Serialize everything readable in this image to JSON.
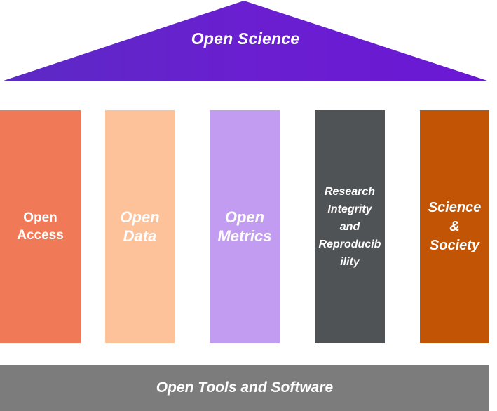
{
  "roof": {
    "title": "Open Science",
    "color": "#6a1fd0"
  },
  "pillars": [
    {
      "label": "Open\nAccess",
      "color": "#f07a58"
    },
    {
      "label": "Open\nData",
      "color": "#fdc29a"
    },
    {
      "label": "Open\nMetrics",
      "color": "#c29cf0"
    },
    {
      "label": "Research\nIntegrity\nand\nReproducib\nility",
      "color": "#505356"
    },
    {
      "label": "Science\n&\nSociety",
      "color": "#c25406"
    }
  ],
  "base": {
    "label": "Open Tools and Software",
    "color": "#7c7c7c"
  }
}
